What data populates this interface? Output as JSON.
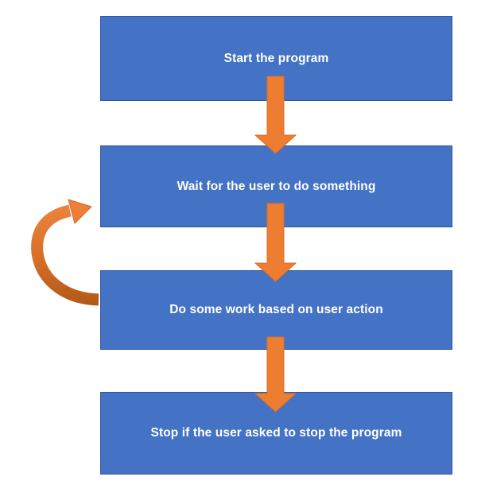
{
  "diagram": {
    "type": "flowchart",
    "steps": [
      {
        "id": "start",
        "label": "Start the program"
      },
      {
        "id": "wait",
        "label": "Wait for the user to do something"
      },
      {
        "id": "work",
        "label": "Do some work based on user action"
      },
      {
        "id": "stop",
        "label": "Stop if the user asked to stop the program"
      }
    ],
    "connections": [
      {
        "from": "start",
        "to": "wait",
        "style": "down-block-arrow"
      },
      {
        "from": "wait",
        "to": "work",
        "style": "down-block-arrow"
      },
      {
        "from": "work",
        "to": "stop",
        "style": "down-block-arrow"
      },
      {
        "from": "work",
        "to": "wait",
        "style": "curved-loop-back-arrow"
      }
    ],
    "colors": {
      "box_fill": "#4472C4",
      "box_border": "#2F5597",
      "box_text": "#FFFFFF",
      "arrow_fill": "#ED7D31",
      "arrow_border": "#DA6E28",
      "loop_gradient_top": "#EE8640",
      "loop_gradient_bottom": "#B05818"
    }
  }
}
